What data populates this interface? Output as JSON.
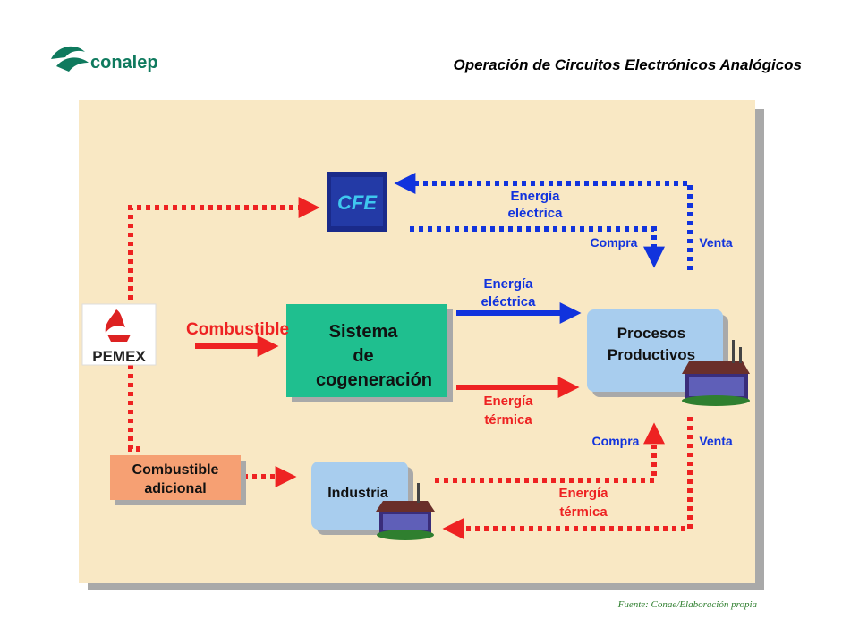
{
  "header": {
    "logo_text": "conalep",
    "title": "Operación de Circuitos Electrónicos Analógicos"
  },
  "colors": {
    "background_panel": "#f9e8c4",
    "red_arrow": "#ee2222",
    "blue_arrow": "#1133dd",
    "cogeneration_box": "#1fbf8f",
    "process_box": "#a8cdee",
    "fuel_box": "#f6a073",
    "logo_green": "#0f7a5e"
  },
  "nodes": {
    "cfe": "CFE",
    "pemex": "PEMEX",
    "cogeneration": [
      "Sistema",
      "de",
      "cogeneración"
    ],
    "processes": [
      "Procesos",
      "Productivos"
    ],
    "fuel_extra": [
      "Combustible",
      "adicional"
    ],
    "industry": "Industria"
  },
  "labels": {
    "fuel": "Combustible",
    "elec_top": [
      "Energía",
      "eléctrica"
    ],
    "elec_mid": [
      "Energía",
      "eléctrica"
    ],
    "thermal_mid": [
      "Energía",
      "térmica"
    ],
    "thermal_bottom": [
      "Energía",
      "térmica"
    ],
    "buy_top": "Compra",
    "sell_top": "Venta",
    "buy_bottom": "Compra",
    "sell_bottom": "Venta"
  },
  "source": "Fuente: Conae/Elaboración propia"
}
